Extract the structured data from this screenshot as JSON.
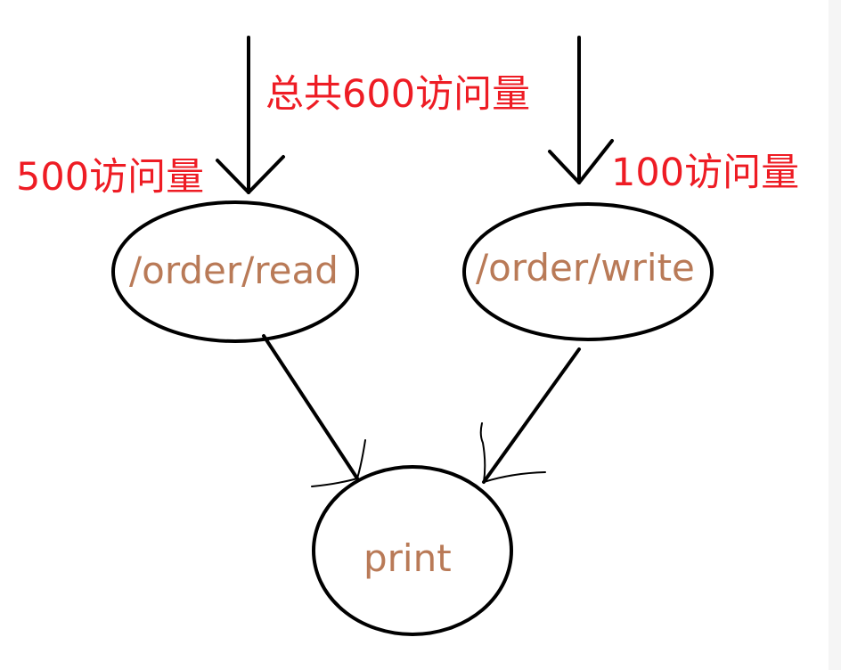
{
  "diagram": {
    "total_label": "总共600访问量",
    "left_traffic_label": "500访问量",
    "right_traffic_label": "100访问量",
    "nodes": {
      "read": "/order/read",
      "write": "/order/write",
      "print": "print"
    }
  },
  "colors": {
    "annotation": "#ee1c24",
    "node_text": "#b97a57",
    "stroke": "#000000",
    "background": "#ffffff"
  }
}
